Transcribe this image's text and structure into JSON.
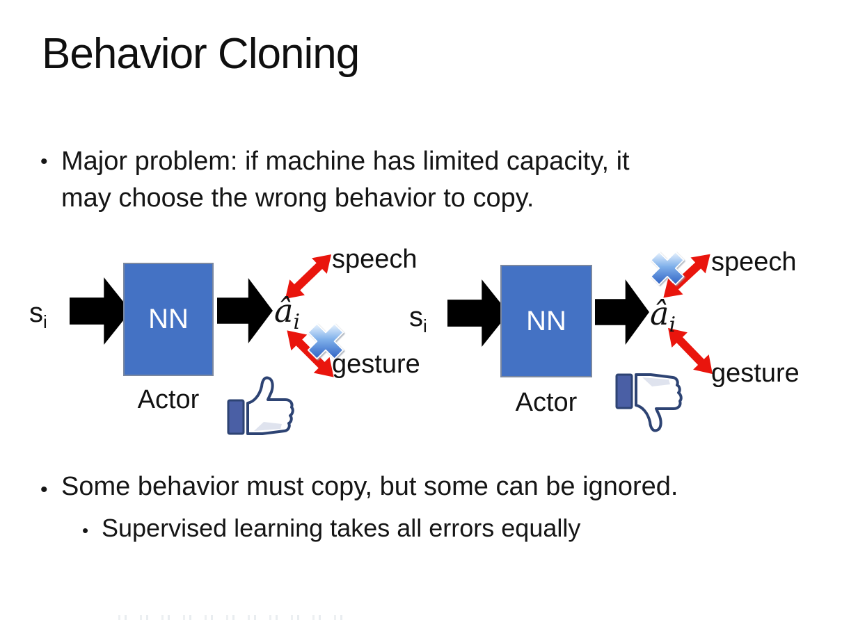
{
  "slide": {
    "title": "Behavior Cloning",
    "bullet_glyph": "•",
    "bullets": {
      "b1_line1": "Major problem: if machine has limited capacity, it",
      "b1_line2": "may choose the wrong behavior to copy.",
      "b2": "Some behavior must copy, but some can be ignored.",
      "b2_sub": "Supervised learning takes all errors equally"
    }
  },
  "diagrams": [
    {
      "side": "left",
      "input_label": "s",
      "input_subscript": "i",
      "box_label": "NN",
      "output_label": "â",
      "output_subscript": "i",
      "actor_label": "Actor",
      "branch_top": "speech",
      "branch_bottom": "gesture",
      "crossed_branch": "gesture",
      "feedback_icon": "thumbs-up-icon"
    },
    {
      "side": "right",
      "input_label": "s",
      "input_subscript": "i",
      "box_label": "NN",
      "output_label": "â",
      "output_subscript": "i",
      "actor_label": "Actor",
      "branch_top": "speech",
      "branch_bottom": "gesture",
      "crossed_branch": "speech",
      "feedback_icon": "thumbs-down-icon"
    }
  ],
  "colors": {
    "background": "#ffffff",
    "text": "#151515",
    "nn_box_fill": "#4472C4",
    "arrow_black": "#000000",
    "branch_arrow_red": "#e9150d",
    "cross_blue": "#3b76d1",
    "thumb_outline_navy": "#2d4373",
    "thumb_cuff_blue": "#4a5fa5"
  }
}
